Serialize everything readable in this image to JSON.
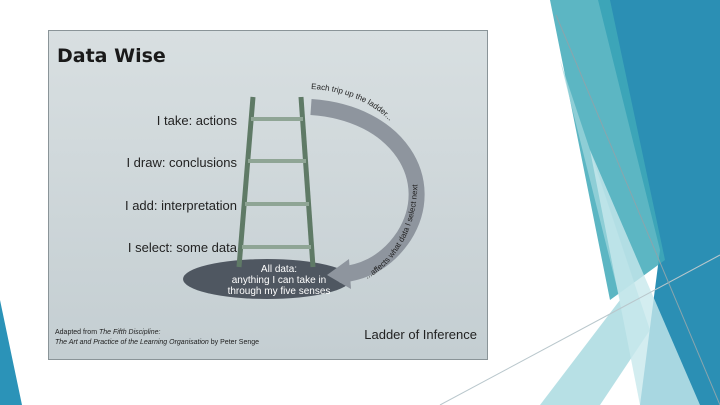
{
  "figure": {
    "title": "Data Wise",
    "rungs": [
      "I take: actions",
      "I draw: conclusions",
      "I add: interpretation",
      "I select: some data"
    ],
    "pool_lines": [
      "All data:",
      "anything I can take in",
      "through my five senses"
    ],
    "arrow_text_top": "Each trip up the ladder...",
    "arrow_text_side": "...affects what data I select next",
    "credit_line1_prefix": "Adapted from ",
    "credit_line1_title": "The Fifth Discipline:",
    "credit_line2_title": "The Art and Practice of the Learning Organisation",
    "credit_line2_suffix": " by Peter Senge",
    "caption": "Ladder of Inference"
  },
  "colors": {
    "ladder": "#5f7a66",
    "pool": "#4f5761",
    "arrow": "#8e959e",
    "slide_accent_1": "#2b93b8",
    "slide_accent_2": "#6cc3cc"
  }
}
